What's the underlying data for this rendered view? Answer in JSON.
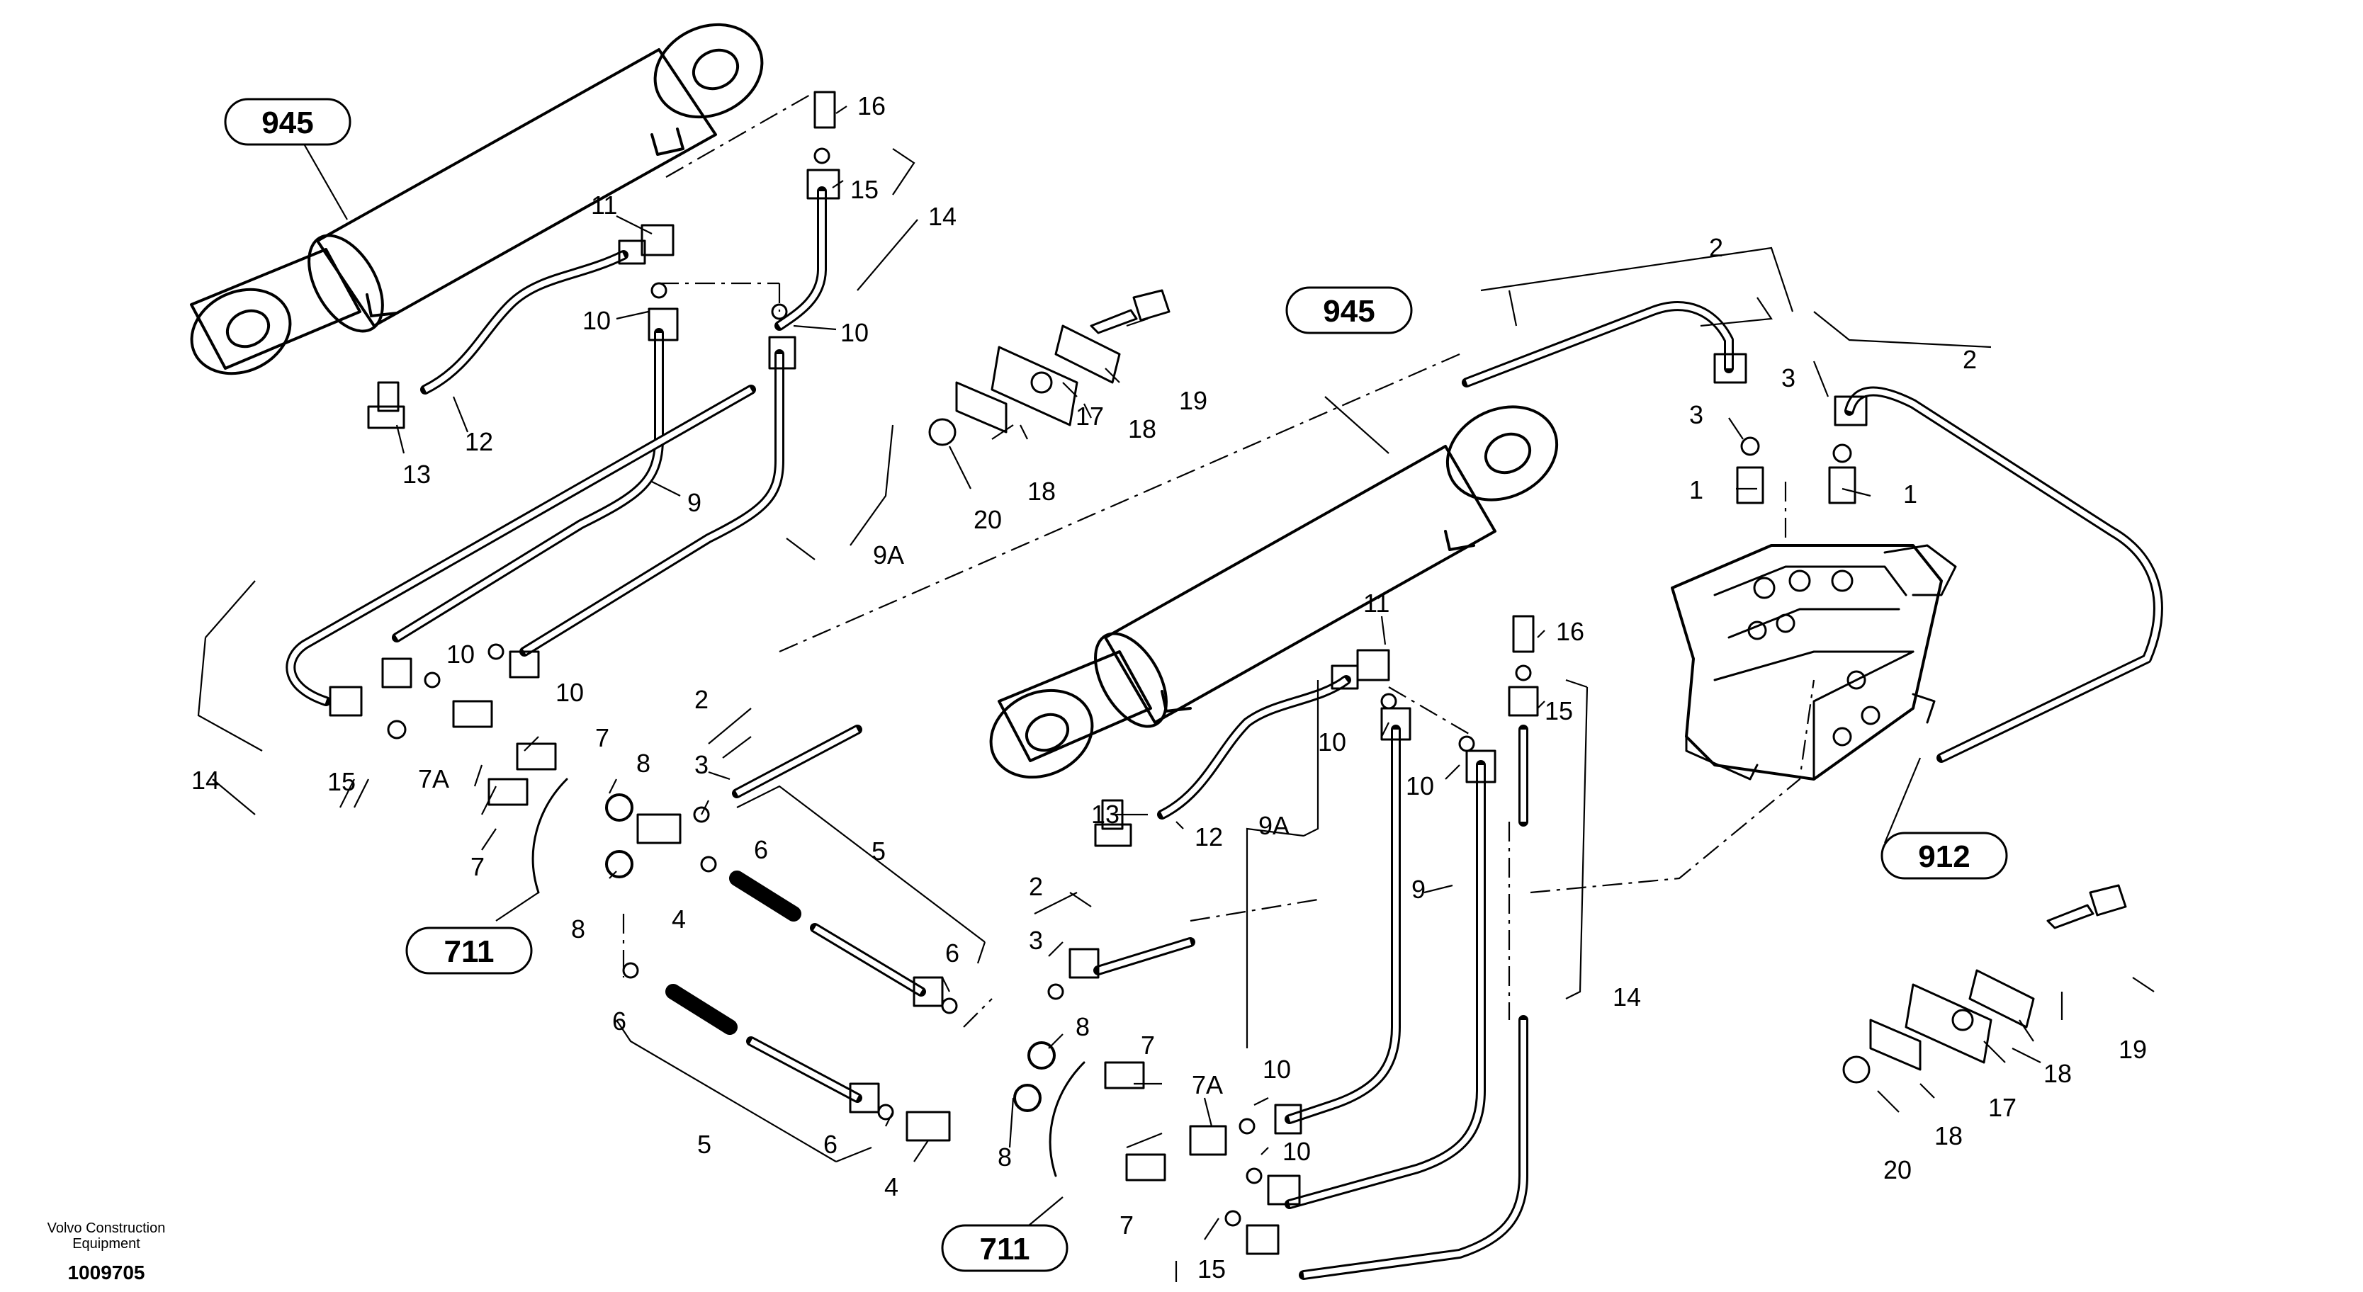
{
  "footer": {
    "brand_line1": "Volvo Construction",
    "brand_line2": "Equipment",
    "doc_number": "1009705"
  },
  "callouts": {
    "c945a": "945",
    "c945b": "945",
    "c912": "912",
    "c711a": "711",
    "c711b": "711"
  },
  "refs": {
    "r16a": "16",
    "r15a": "15",
    "r14a": "14",
    "r11a": "11",
    "r10a": "10",
    "r10b": "10",
    "r12a": "12",
    "r13a": "13",
    "r9a": "9",
    "r9Aa": "9A",
    "r10c": "10",
    "r10d": "10",
    "r14b": "14",
    "r15b": "15",
    "r7a": "7",
    "r7Aa": "7A",
    "r7b": "7",
    "r8a": "8",
    "r3a": "3",
    "r2a": "2",
    "r8b": "8",
    "r4a": "4",
    "r6a": "6",
    "r5a": "5",
    "r6b": "6",
    "r5b": "5",
    "r6c": "6",
    "r6d": "6",
    "r4b": "4",
    "r8c": "8",
    "r8d": "8",
    "r2b": "2",
    "r3b": "3",
    "r19a": "19",
    "r18a": "18",
    "r17a": "17",
    "r18b": "18",
    "r20a": "20",
    "r2c": "2",
    "r3c": "3",
    "r1a": "1",
    "r3d": "3",
    "r2d": "2",
    "r1b": "1",
    "r11b": "11",
    "r16b": "16",
    "r10e": "10",
    "r15c": "15",
    "r10f": "10",
    "r13b": "13",
    "r12b": "12",
    "r9Ab": "9A",
    "r9b": "9",
    "r14c": "14",
    "r7c": "7",
    "r7Ab": "7A",
    "r10g": "10",
    "r10h": "10",
    "r7d": "7",
    "r15d": "15",
    "r19b": "19",
    "r18c": "18",
    "r17b": "17",
    "r18d": "18",
    "r20b": "20"
  }
}
